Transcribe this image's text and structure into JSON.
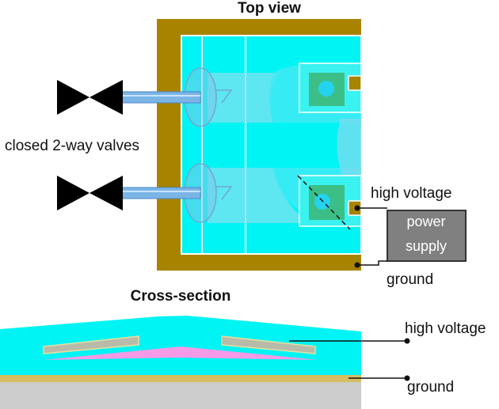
{
  "titles": {
    "top_view": "Top view",
    "cross_section": "Cross-section"
  },
  "labels": {
    "valves": "closed 2-way valves",
    "high_voltage_top": "high voltage",
    "power_supply_line1": "power",
    "power_supply_line2": "supply",
    "ground_top": "ground",
    "high_voltage_cross": "high voltage",
    "ground_cross": "ground"
  },
  "colors": {
    "frame": "#a88300",
    "fluid": "#00f4f4",
    "pad": "#3cbf86",
    "power_supply": "#808080",
    "valve": "#000000",
    "tube": "#7bb5e6",
    "electrode": "#b8bba9",
    "pink_layer": "#f49ae6",
    "ground_layer": "#d7bc61",
    "substrate": "#cccccc"
  }
}
